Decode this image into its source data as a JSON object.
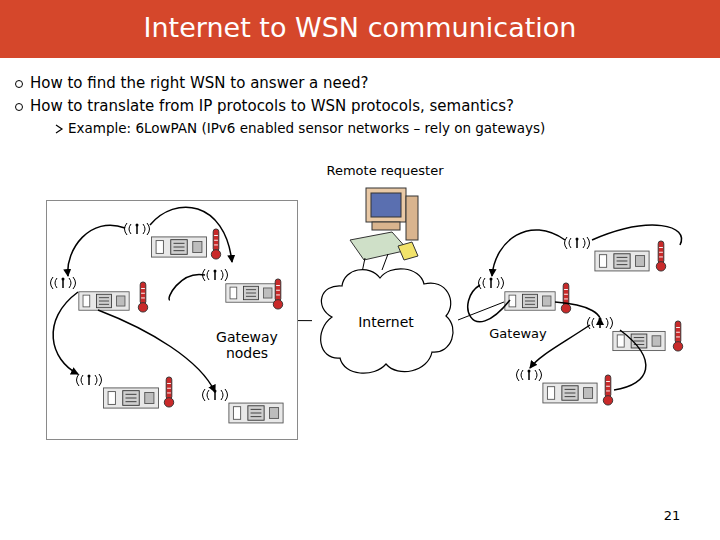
{
  "diagram": {
    "title": "Internet to WSN communication",
    "nodes": [
      {
        "text": [
          "Gateway nodes"
        ]
      },
      {
        "text": [
          "Internet"
        ]
      }
    ],
    "edges": [
      {
        "from": 0,
        "to": 1,
        "arrow": "none"
      }
    ],
    "labels": [
      "How to find the right WSN to answer a need?",
      "How to translate from IP protocols to WSN protocols, semantics?",
      "Example: 6LowPAN (IPv6 enabled sensor networks – rely on gateways)",
      "Remote requester",
      "Gateway",
      "21"
    ]
  }
}
